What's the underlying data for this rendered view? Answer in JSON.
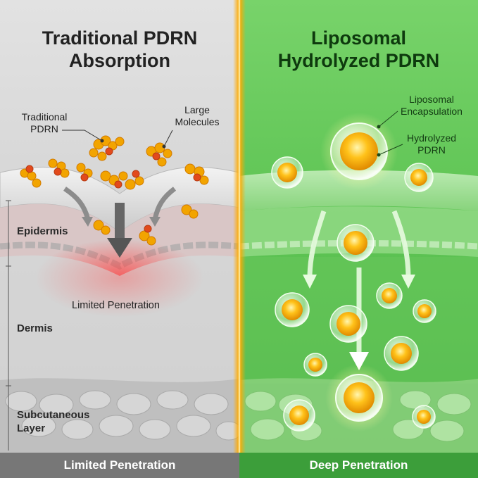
{
  "left": {
    "title_line1": "Traditional PDRN",
    "title_line2": "Absorption",
    "callout_traditional_line1": "Traditional",
    "callout_traditional_line2": "PDRN",
    "callout_large_line1": "Large",
    "callout_large_line2": "Molecules",
    "limited_text": "Limited Penetration",
    "footer": "Limited Penetration"
  },
  "right": {
    "title_line1": "Liposomal",
    "title_line2": "Hydrolyzed PDRN",
    "callout_lipo_line1": "Liposomal",
    "callout_lipo_line2": "Encapsulation",
    "callout_hydro_line1": "Hydrolyzed",
    "callout_hydro_line2": "PDRN",
    "footer": "Deep Penetration"
  },
  "layers": {
    "epidermis": "Epidermis",
    "dermis": "Dermis",
    "subcutaneous_line1": "Subcutaneous",
    "subcutaneous_line2": "Layer"
  },
  "colors": {
    "accent_gold": "#f2a400",
    "green": "#4db447",
    "grey": "#777777",
    "red_glow": "#ff3b3b"
  }
}
